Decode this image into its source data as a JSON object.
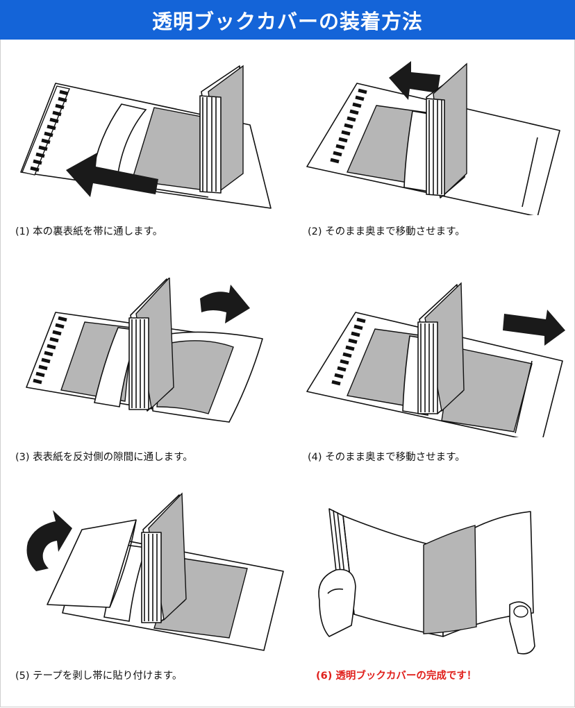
{
  "header": {
    "title": "透明ブックカバーの装着方法"
  },
  "steps": [
    {
      "caption": "(1) 本の裏表紙を帯に通します。"
    },
    {
      "caption": "(2) そのまま奥まで移動させます。"
    },
    {
      "caption": "(3) 表表紙を反対側の隙間に通します。"
    },
    {
      "caption": "(4) そのまま奥まで移動させます。"
    },
    {
      "caption": "(5) テープを剥し帯に貼り付けます。"
    },
    {
      "caption": "(6) 透明ブックカバーの完成です！"
    }
  ],
  "colors": {
    "header_bg": "#1464d8",
    "final_caption": "#e0201c",
    "panel_gray": "#b6b6b6"
  }
}
